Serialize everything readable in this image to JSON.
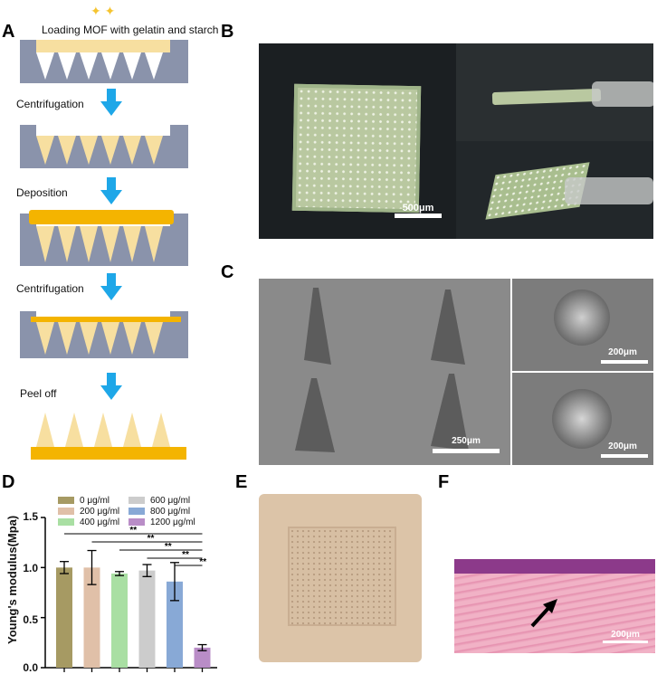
{
  "panels": {
    "A": "A",
    "B": "B",
    "C": "C",
    "D": "D",
    "E": "E",
    "F": "F"
  },
  "panel_a": {
    "top_label": "Loading  MOF with gelatin and starch",
    "steps": [
      "Centrifugation",
      "Deposition",
      "Centrifugation",
      "Peel off"
    ]
  },
  "panel_b": {
    "scale_bar": "500μm"
  },
  "panel_c": {
    "scale_bar_main": "250μm",
    "scale_bar_top": "200μm",
    "scale_bar_bottom": "200μm"
  },
  "panel_f": {
    "scale_bar": "200μm"
  },
  "colors": {
    "mold": "#8a93ab",
    "gel": "#f7dfa0",
    "base": "#f4b400",
    "arrow": "#1ea7e8"
  },
  "chart_data": {
    "type": "bar",
    "categories": [
      "0",
      "200",
      "400",
      "600",
      "800",
      "1200"
    ],
    "legend": [
      "0   μg/ml",
      "200   μg/ml",
      "400   μg/ml",
      "600   μg/ml",
      "800   μg/ml",
      "1200   μg/ml"
    ],
    "values": [
      1.0,
      1.0,
      0.94,
      0.97,
      0.86,
      0.2
    ],
    "errors": [
      0.06,
      0.17,
      0.02,
      0.06,
      0.19,
      0.03
    ],
    "colors": [
      "#a69a63",
      "#e0c0a8",
      "#a9dfa3",
      "#cccccc",
      "#88a9d6",
      "#b98dc7"
    ],
    "ylabel": "Young's modulus(Mpa)",
    "ylim": [
      0,
      1.5
    ],
    "yticks": [
      "0.0",
      "0.5",
      "1.0",
      "1.5"
    ],
    "significance": [
      "**",
      "**",
      "**",
      "**",
      "**"
    ]
  }
}
